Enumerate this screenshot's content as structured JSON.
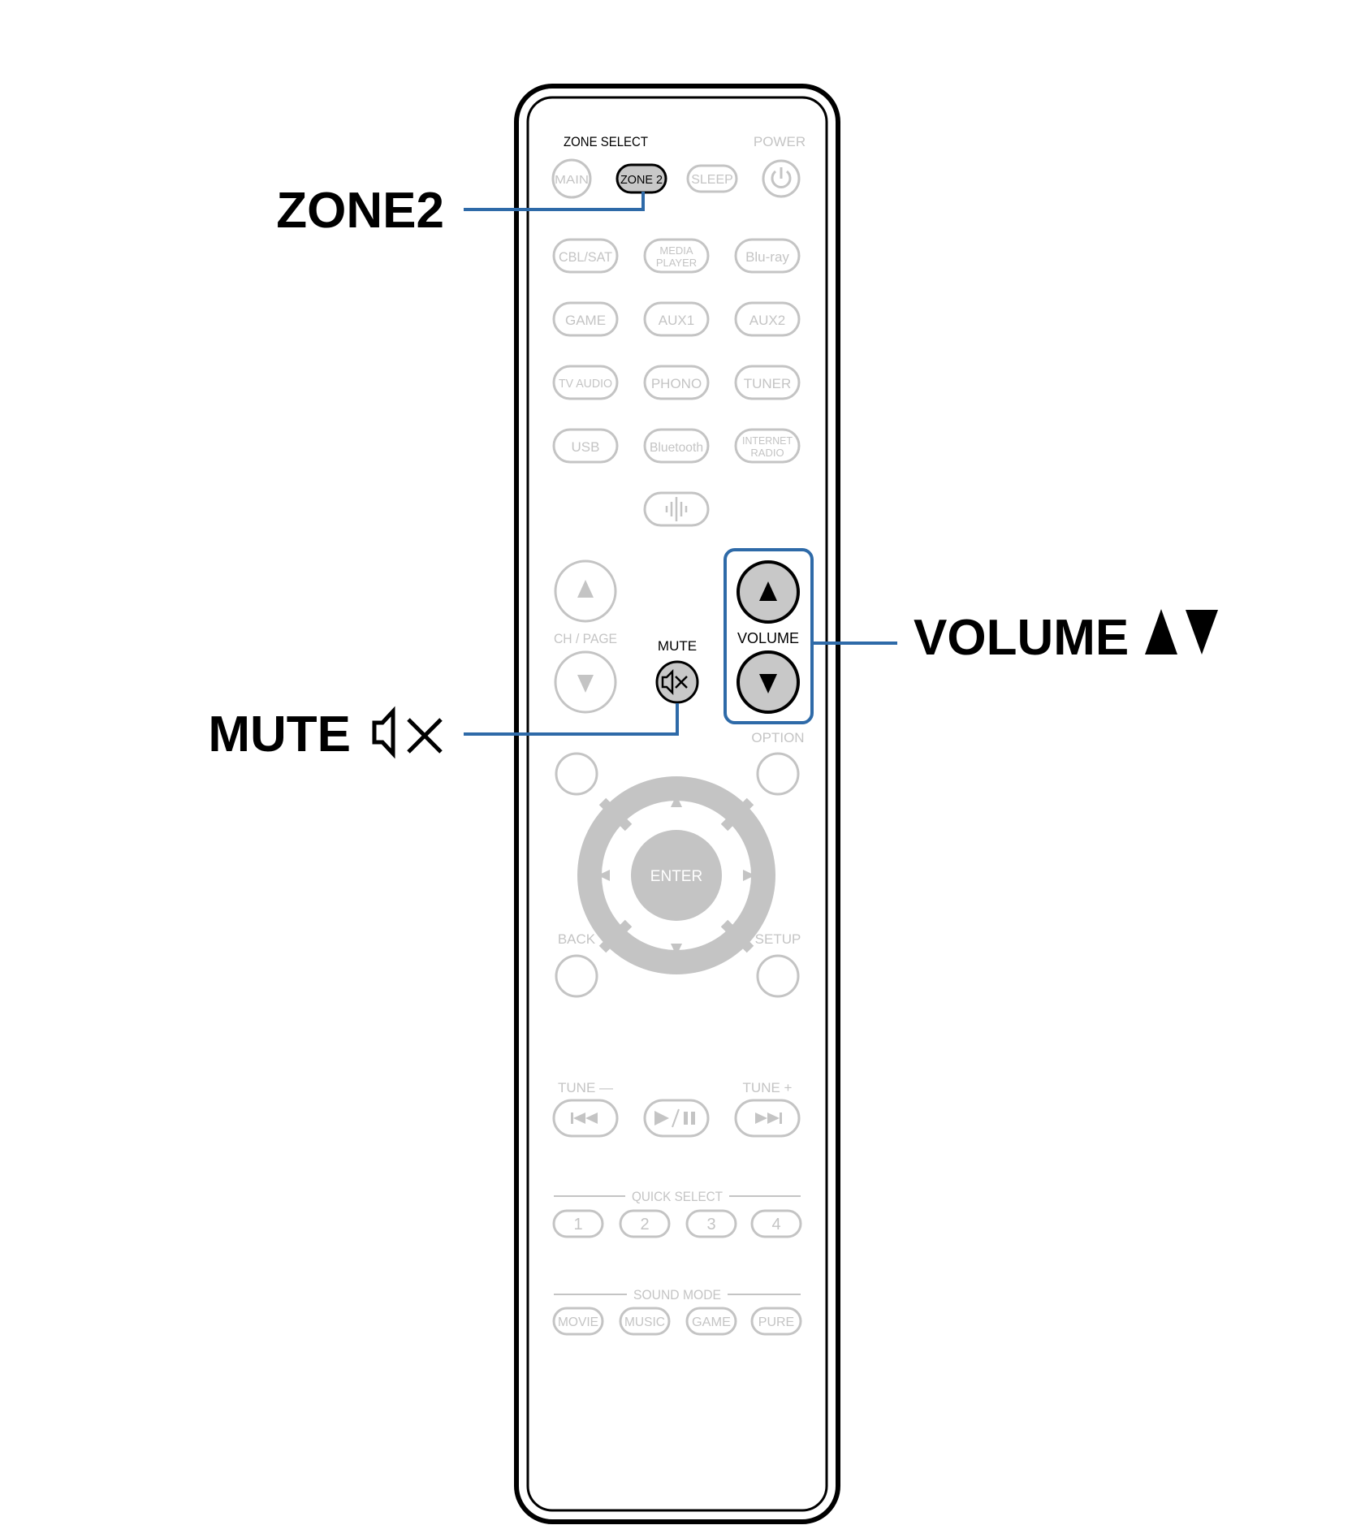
{
  "callouts": {
    "zone2": "ZONE2",
    "mute": "MUTE",
    "volume": "VOLUME"
  },
  "remote": {
    "zone_select": "ZONE SELECT",
    "power": "POWER",
    "main": "MAIN",
    "zone2": "ZONE 2",
    "sleep": "SLEEP",
    "sources": {
      "cbl_sat": "CBL/SAT",
      "media_player_1": "MEDIA",
      "media_player_2": "PLAYER",
      "bluray": "Blu-ray",
      "game": "GAME",
      "aux1": "AUX1",
      "aux2": "AUX2",
      "tv_audio": "TV AUDIO",
      "phono": "PHONO",
      "tuner": "TUNER",
      "usb": "USB",
      "bluetooth": "Bluetooth",
      "internet_radio_1": "INTERNET",
      "internet_radio_2": "RADIO"
    },
    "ch_page": "CH / PAGE",
    "mute": "MUTE",
    "volume": "VOLUME",
    "option": "OPTION",
    "enter": "ENTER",
    "back": "BACK",
    "setup": "SETUP",
    "tune_minus": "TUNE —",
    "tune_plus": "TUNE +",
    "quick_select": "QUICK SELECT",
    "quick": [
      "1",
      "2",
      "3",
      "4"
    ],
    "sound_mode": "SOUND MODE",
    "modes": [
      "MOVIE",
      "MUSIC",
      "GAME",
      "PURE"
    ]
  },
  "colors": {
    "accent": "#2e6aa8",
    "inactive": "#c4c4c4",
    "highlight_fill": "#c8c8c8",
    "outline": "#000000"
  }
}
